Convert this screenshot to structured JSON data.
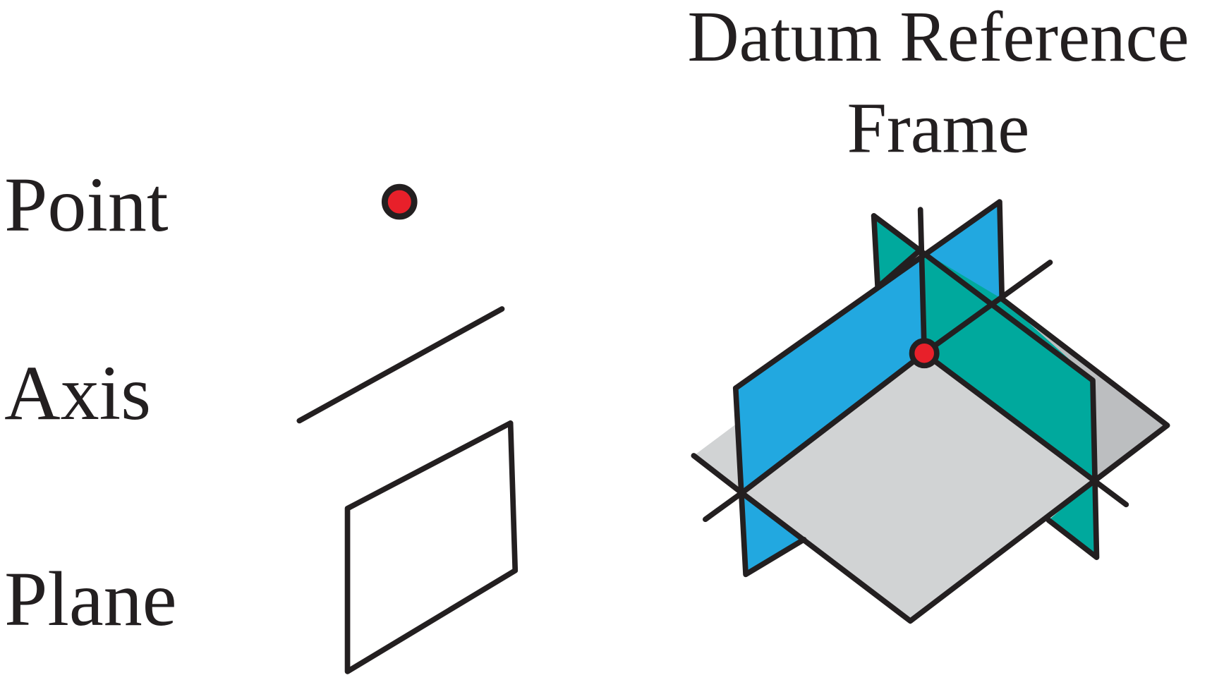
{
  "labels": {
    "point": "Point",
    "axis": "Axis",
    "plane": "Plane",
    "title_line1": "Datum Reference",
    "title_line2": "Frame"
  },
  "colors": {
    "point_fill": "#e8202a",
    "plane_blue": "#22a8e0",
    "plane_green": "#00a99d",
    "plane_gray": "#d1d3d4",
    "stroke": "#231f20"
  }
}
